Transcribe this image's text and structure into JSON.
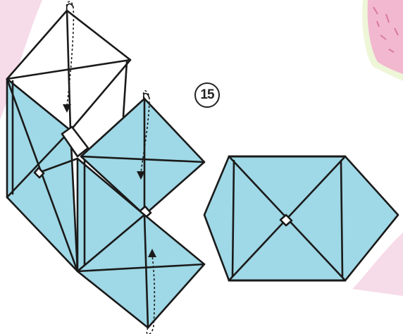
{
  "step": {
    "number": "15"
  },
  "colors": {
    "paper_blue": "#9fd8e6",
    "paper_white": "#ffffff",
    "line": "#1a1a1a",
    "background_pink": "#f6dbe8",
    "photo_pink": "#f2b8cf"
  },
  "icons": {
    "fold_arrow_1": "fold-arrow-down",
    "fold_arrow_2": "fold-arrow-down",
    "fold_arrow_3": "fold-arrow-up"
  }
}
